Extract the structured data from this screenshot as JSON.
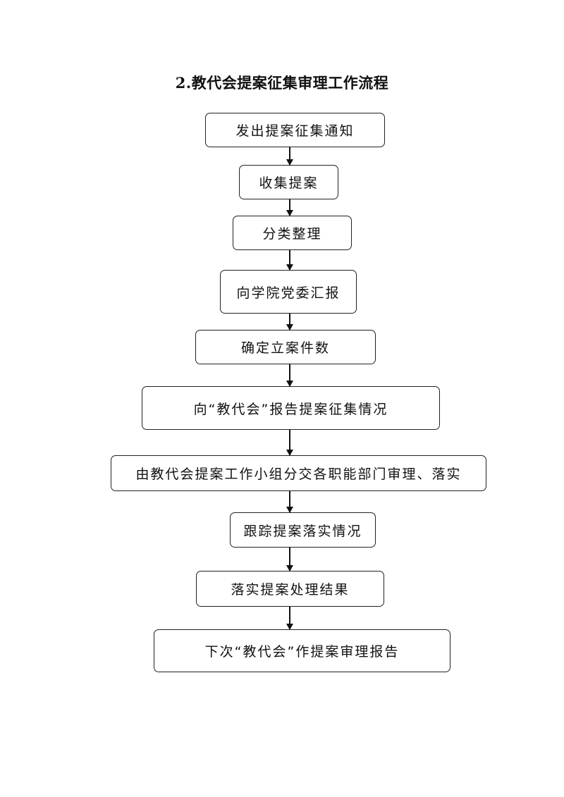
{
  "title": "2.教代会提案征集审理工作流程",
  "steps": [
    "发出提案征集通知",
    "收集提案",
    "分类整理",
    "向学院党委汇报",
    "确定立案件数",
    "向“教代会”报告提案征集情况",
    "由教代会提案工作小组分交各职能部门审理、落实",
    "跟踪提案落实情况",
    "落实提案处理结果",
    "下次“教代会”作提案审理报告"
  ]
}
